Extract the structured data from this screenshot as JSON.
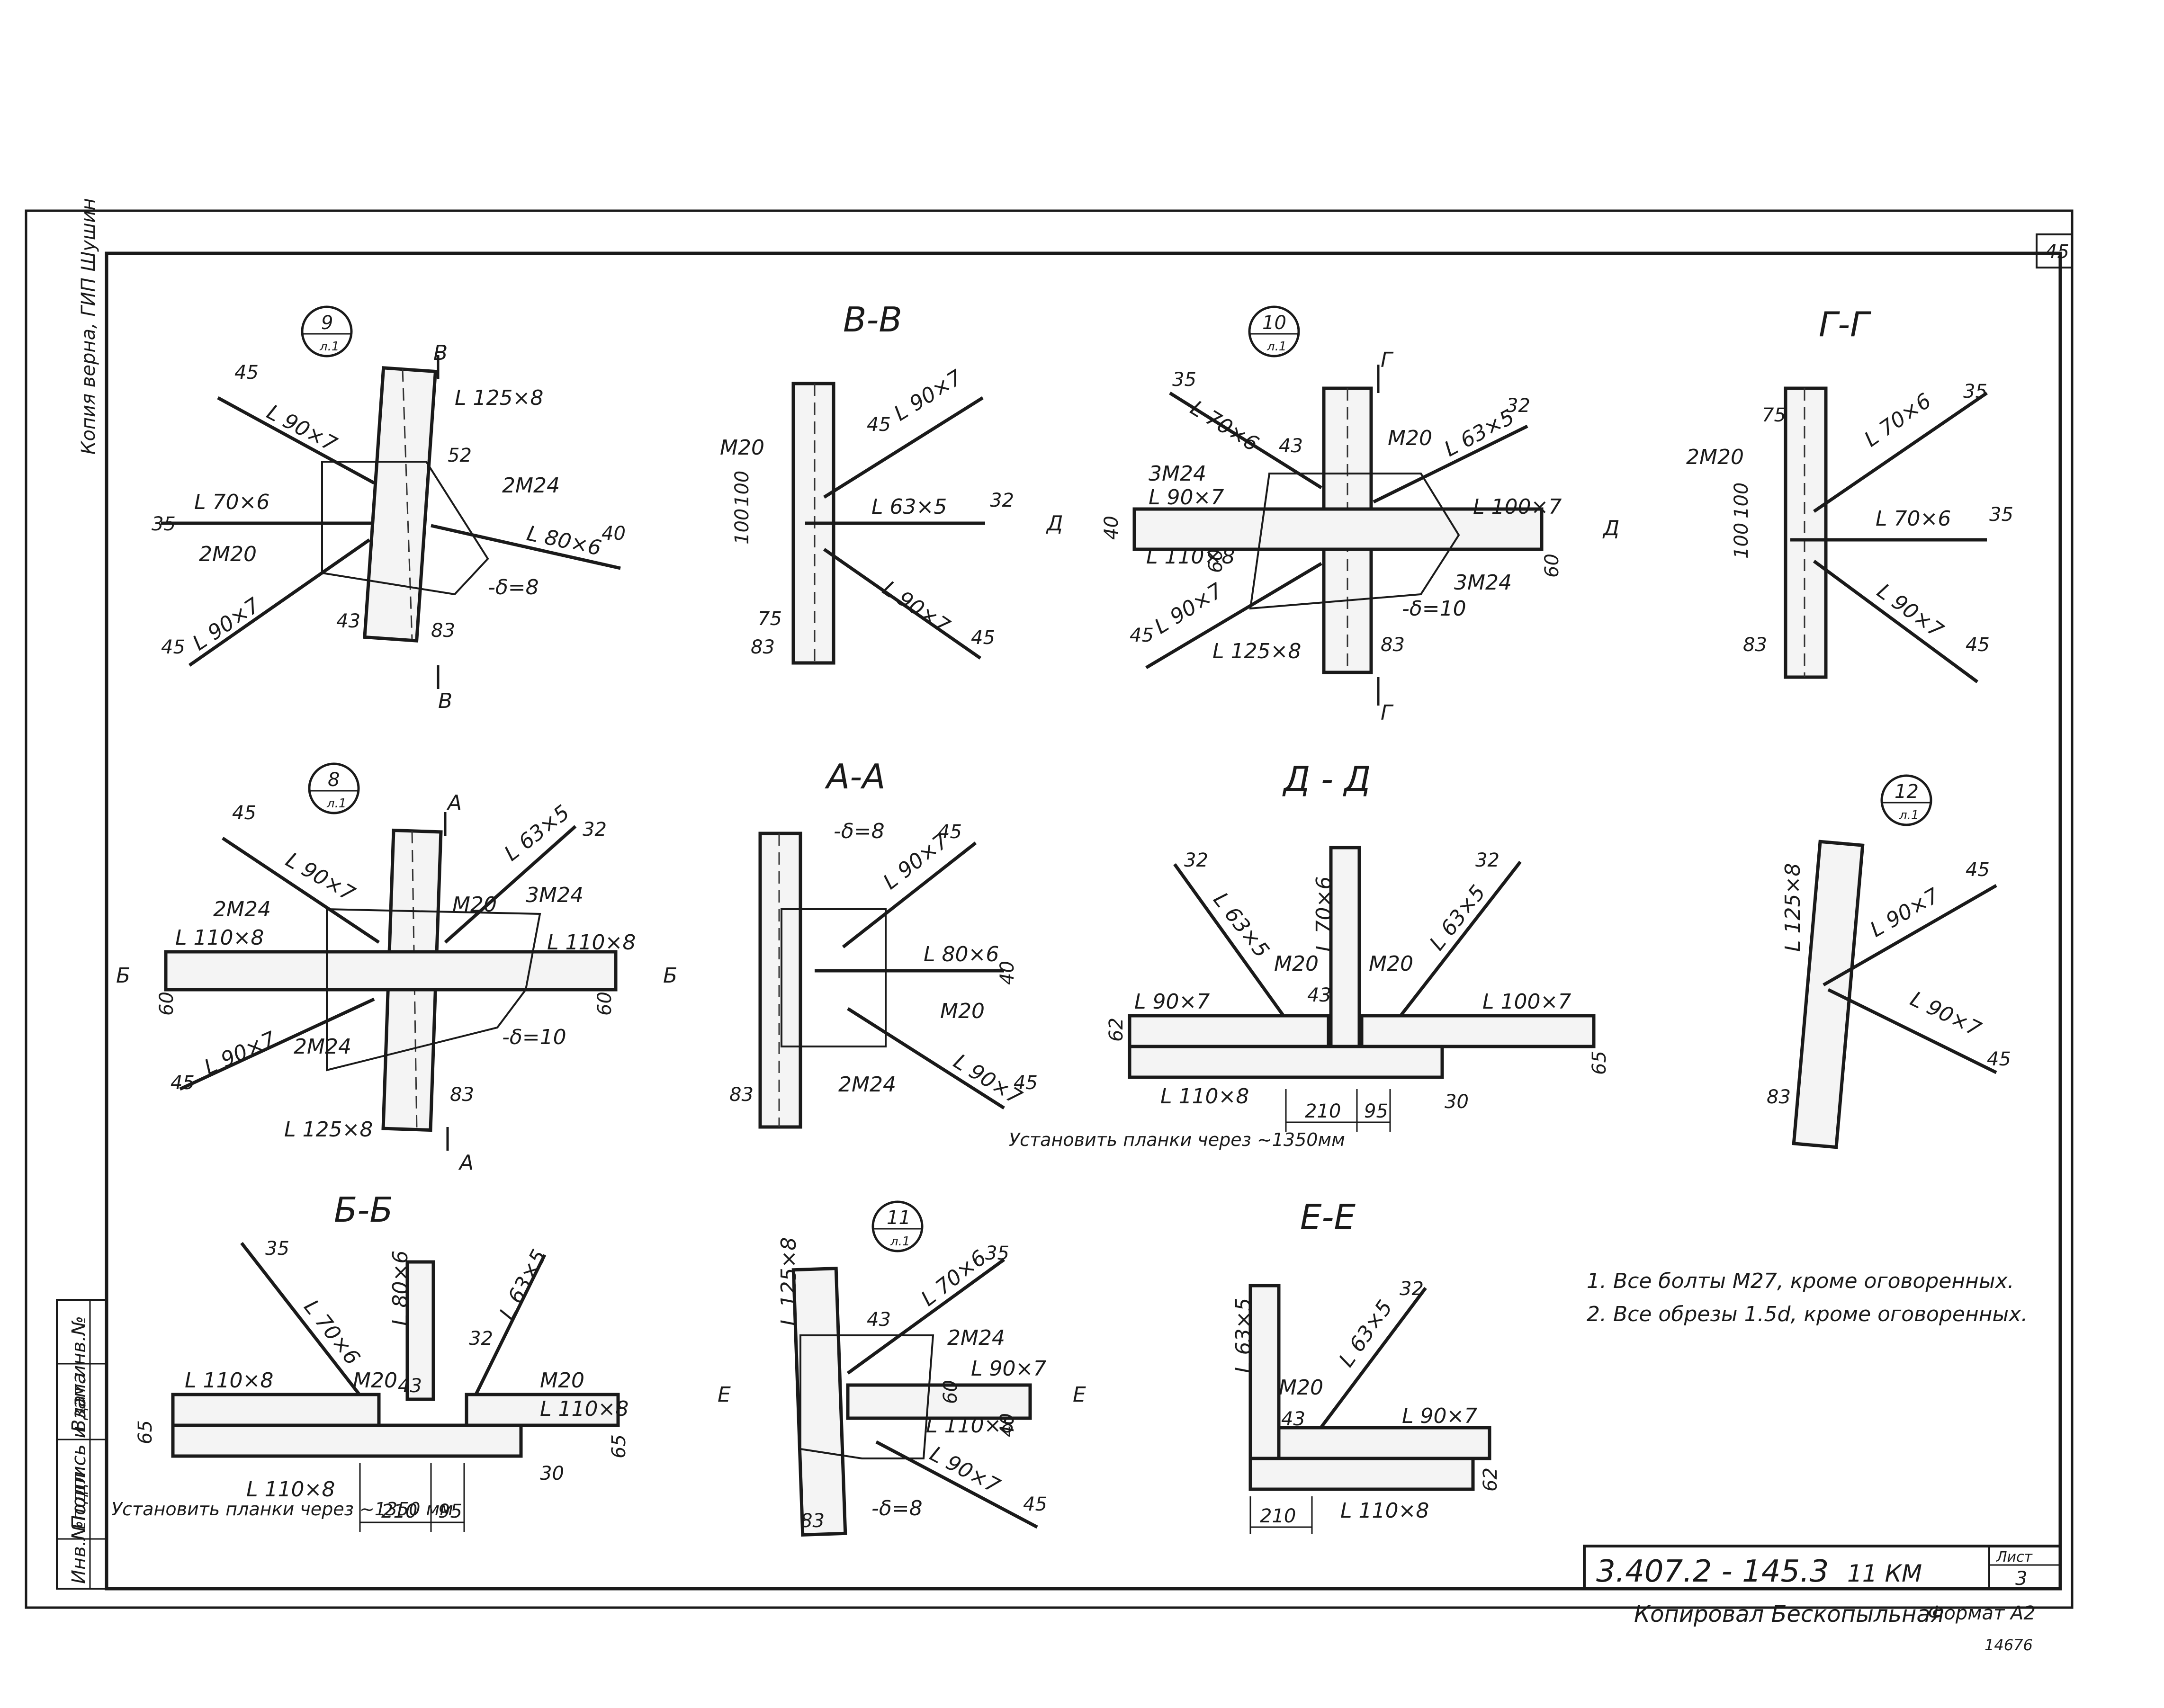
{
  "sheet": {
    "corner_number": "45",
    "side_stamp": "Копия верна, ГИП Шушин",
    "stamp_cells": [
      "Инв.№подл.",
      "Подпись и дата",
      "Взам.инв.№"
    ],
    "code": "3.407.2 - 145.3",
    "doc_mark": "11 КМ",
    "sheet_label": "Лист",
    "sheet_number": "3",
    "copied_by": "Копировал Бескопыльная",
    "format": "Формат А2",
    "bottom_note": "14676"
  },
  "notes": [
    "1. Все болты М27, кроме оговоренных.",
    "2. Все обрезы 1.5d, кроме оговоренных."
  ],
  "nodes": {
    "n9": {
      "num": "9",
      "ref": "л.1",
      "section_mark": "В",
      "labels": [
        "L 125×8",
        "L 90×7",
        "L 70×6",
        "L 80×6",
        "L 90×7",
        "2М24",
        "2М20",
        "-δ=8"
      ],
      "dims": [
        "45",
        "35",
        "52",
        "40",
        "43",
        "83",
        "45"
      ]
    },
    "vv": {
      "title": "В-В",
      "labels": [
        "М20",
        "L 90×7",
        "L 63×5",
        "L 90×7"
      ],
      "dims": [
        "100",
        "100",
        "75",
        "83",
        "32",
        "45",
        "45"
      ]
    },
    "n10": {
      "num": "10",
      "ref": "л.1",
      "section_mark": "Г",
      "cut_mark": "Д",
      "labels": [
        "L 70×6",
        "3М24",
        "L 90×7",
        "L 110×8",
        "L 90×7",
        "L 125×8",
        "М20",
        "L 63×5",
        "L 100×7",
        "3М24",
        "-δ=10"
      ],
      "dims": [
        "35",
        "43",
        "40",
        "60",
        "45",
        "32",
        "60",
        "83"
      ]
    },
    "gg": {
      "title": "Г-Г",
      "labels": [
        "2М20",
        "L 70×6",
        "L 70×6",
        "L 90×7"
      ],
      "dims": [
        "75",
        "100",
        "100",
        "35",
        "35",
        "83",
        "45"
      ]
    },
    "n8": {
      "num": "8",
      "ref": "л.1",
      "section_mark": "А",
      "cut_mark": "Б",
      "labels": [
        "L 90×7",
        "2М24",
        "L 110×8",
        "М20",
        "L 63×5",
        "3М24",
        "L 110×8",
        "L 90×7",
        "2М24",
        "-δ=10",
        "L 125×8"
      ],
      "dims": [
        "45",
        "32",
        "60",
        "60",
        "45",
        "83"
      ]
    },
    "aa": {
      "title": "А-А",
      "labels": [
        "-δ=8",
        "L 90×7",
        "L 80×6",
        "М20",
        "L 90×7",
        "2М24"
      ],
      "dims": [
        "45",
        "40",
        "83",
        "45"
      ]
    },
    "dd": {
      "title": "Д - Д",
      "labels": [
        "L 63×5",
        "L 70×6",
        "L 63×5",
        "М20",
        "М20",
        "L 90×7",
        "L 100×7",
        "L 110×8"
      ],
      "install_note": "Установить планки через ~1350мм",
      "dims": [
        "32",
        "32",
        "43",
        "62",
        "65",
        "30",
        "210",
        "95"
      ]
    },
    "n12": {
      "num": "12",
      "ref": "л.1",
      "labels": [
        "L 125×8",
        "L 90×7",
        "L 90×7"
      ],
      "dims": [
        "45",
        "45",
        "83"
      ]
    },
    "bb": {
      "title": "Б-Б",
      "labels": [
        "L 70×6",
        "L 80×6",
        "L 63×5",
        "L 110×8",
        "М20",
        "М20",
        "L 110×8",
        "L 110×8"
      ],
      "install_note": "Установить планки через ~1350 мм",
      "dims": [
        "35",
        "32",
        "43",
        "65",
        "65",
        "30",
        "210",
        "95"
      ]
    },
    "n11": {
      "num": "11",
      "ref": "л.1",
      "cut_mark": "Е",
      "labels": [
        "L 125×8",
        "L 70×6",
        "2М24",
        "L 90×7",
        "L 110×8",
        "L 90×7",
        "-δ=8"
      ],
      "dims": [
        "35",
        "43",
        "60",
        "40",
        "45",
        "83"
      ]
    },
    "ee": {
      "title": "Е-Е",
      "labels": [
        "L 63×5",
        "L 63×5",
        "М20",
        "L 90×7",
        "L 110×8"
      ],
      "dims": [
        "32",
        "43",
        "62",
        "210"
      ]
    }
  }
}
